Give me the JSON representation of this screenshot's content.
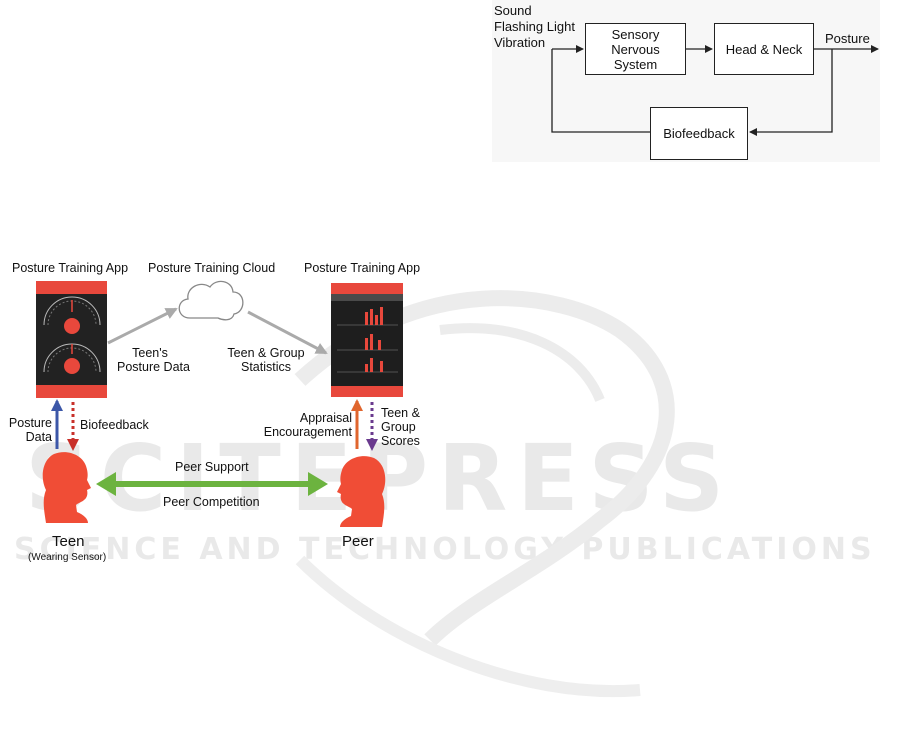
{
  "watermark": {
    "main": "SCITEPRESS",
    "sub": "SCIENCE AND TECHNOLOGY PUBLICATIONS"
  },
  "control_loop": {
    "inputs": [
      "Sound",
      "Flashing Light",
      "Vibration"
    ],
    "blocks": {
      "sensory": [
        "Sensory",
        "Nervous",
        "System"
      ],
      "head_neck": "Head & Neck",
      "biofeedback": "Biofeedback"
    },
    "output": "Posture"
  },
  "system": {
    "teen_app_title": "Posture Training App",
    "cloud_title": "Posture Training Cloud",
    "peer_app_title": "Posture Training App",
    "upload_label": [
      "Teen's",
      "Posture Data"
    ],
    "download_label": [
      "Teen & Group",
      "Statistics"
    ],
    "teen_up_label": [
      "Posture",
      "Data"
    ],
    "teen_down_label": "Biofeedback",
    "peer_up_label": [
      "Appraisal",
      "Encouragement"
    ],
    "peer_down_label": [
      "Teen &",
      "Group",
      "Scores"
    ],
    "link_top_label": "Peer Support",
    "link_bottom_label": "Peer Competition",
    "teen_name": "Teen",
    "teen_note": "(Wearing Sensor)",
    "peer_name": "Peer",
    "colors": {
      "app_red": "#e8483c",
      "arrow_blue": "#3c57a8",
      "arrow_red": "#c8302a",
      "arrow_orange": "#e0662e",
      "arrow_purple": "#6a3a8e",
      "arrow_green": "#6cb33f",
      "arrow_gray": "#aaaaaa",
      "head_red": "#f04d36"
    }
  }
}
